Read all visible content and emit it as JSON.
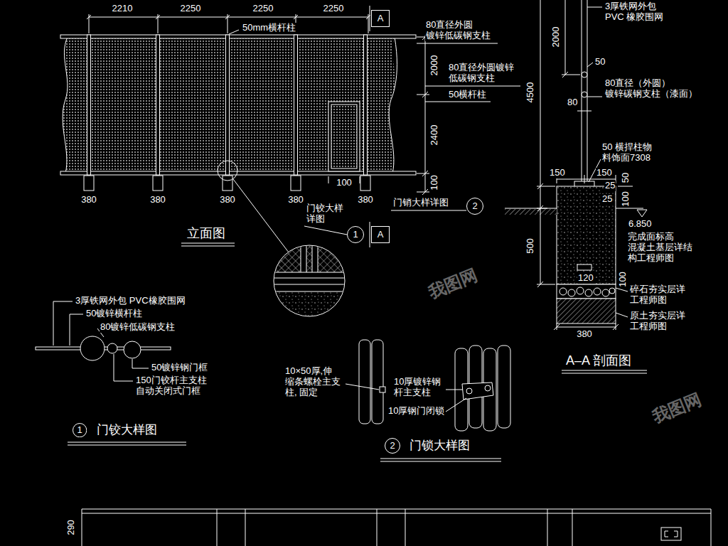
{
  "diagram": {
    "nodes": [
      {
        "text": [
          "A"
        ]
      },
      {
        "text": [
          "1"
        ]
      },
      {
        "text": [
          "2"
        ]
      },
      {
        "text": [
          "A"
        ]
      },
      {
        "text": [
          "1"
        ]
      },
      {
        "text": [
          "2"
        ]
      }
    ],
    "labels": [
      "2210",
      "2250",
      "2250",
      "2250",
      "50mm横杆柱",
      "80直径外圆 镀锌低碳钢支柱",
      "2000",
      "80直径外圆镀锌 低碳钢支柱",
      "50横杆柱",
      "2400",
      "100",
      "380",
      "380",
      "380",
      "380",
      "380",
      "100",
      "门铰大样 详图",
      "门销大样详图",
      "立面图",
      "3厚铁网外包 PVC 橡胶围网",
      "2000",
      "4500",
      "50",
      "80直径（外圆） 镀锌碳钢支柱（漆面）",
      "80",
      "50 横捍柱物 料饰面7308",
      "150",
      "150",
      "25",
      "50",
      "25",
      "100",
      "6.850",
      "完成面标高 混凝土基层详结 构工程师图",
      "500",
      "120",
      "100",
      "碎石夯实层详 工程师图",
      "原土夯实层详 工程师图",
      "380",
      "A–A 剖面图",
      "3厚铁网外包 PVC橡胶围网",
      "50镀锌横杆柱",
      "80镀锌低碳钢支柱",
      "50镀锌钢门框",
      "150门铰杆主支柱 自动关闭式门框",
      "门铰大样图",
      "10×50厚,伸 缩条螺栓主支 柱, 固定",
      "10厚镀锌钢 杆主支柱",
      "10厚钢门闭锁",
      "门锁大样图",
      "290",
      "我图网",
      "我图网"
    ]
  }
}
